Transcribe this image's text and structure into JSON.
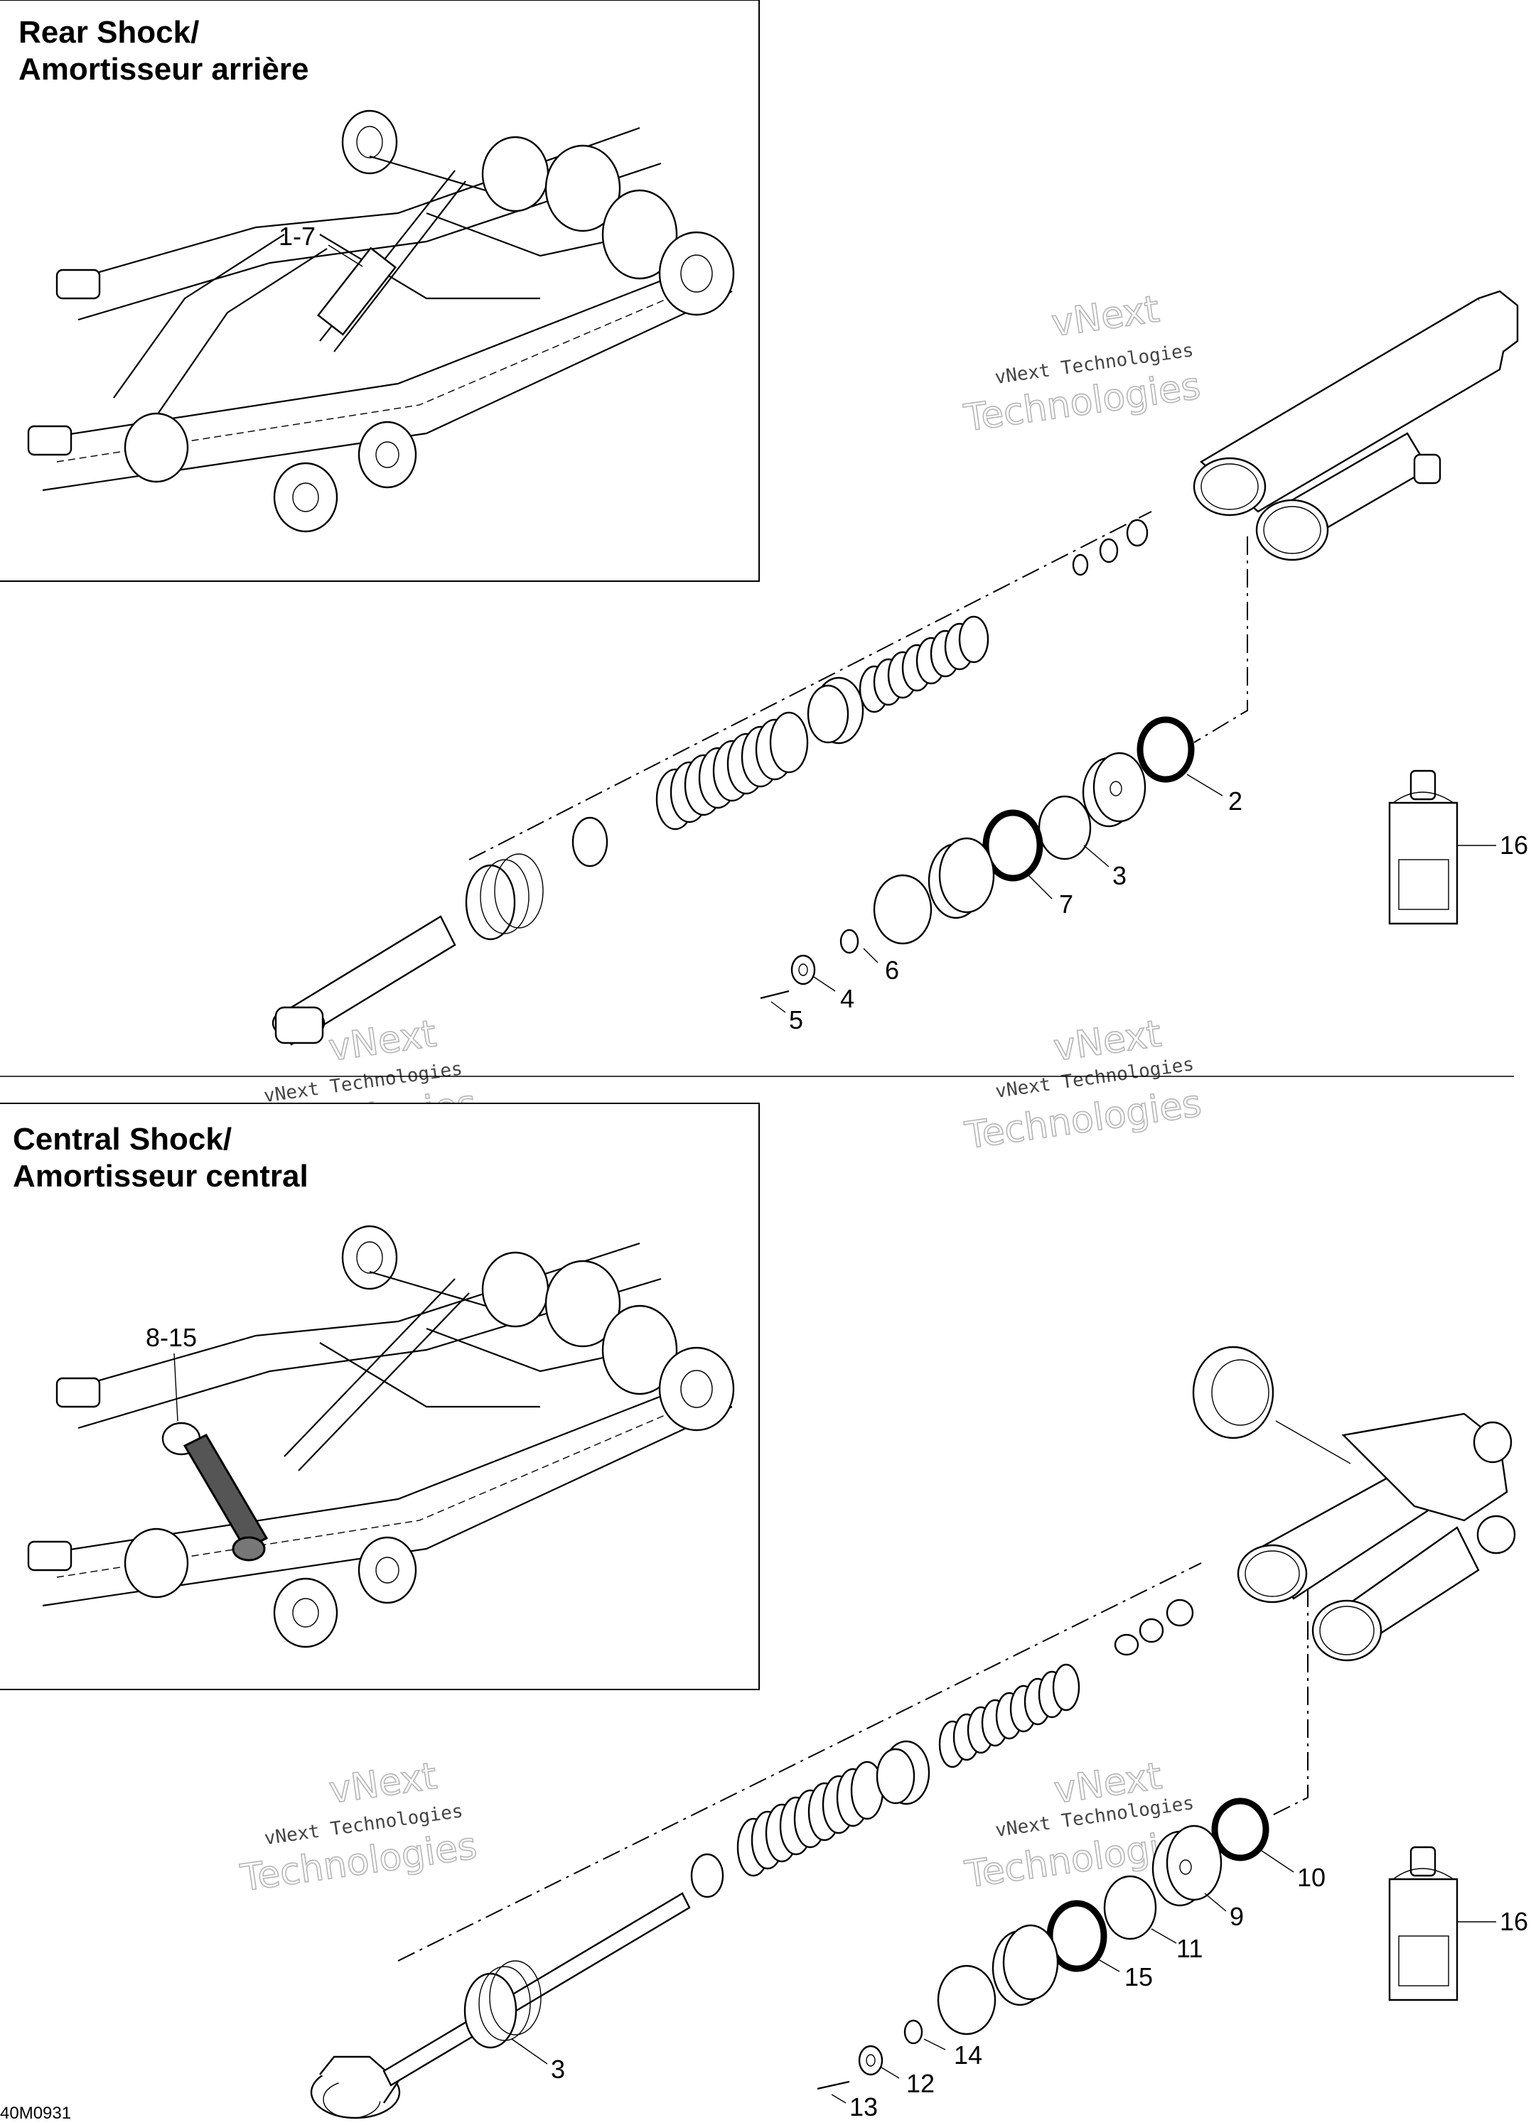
{
  "insets": {
    "rear_title_line1": "Rear Shock/",
    "rear_title_line2": "Amortisseur arrière",
    "rear_callout": "1-7",
    "central_title_line1": "Central Shock/",
    "central_title_line2": "Amortisseur central",
    "central_callout": "8-15"
  },
  "rear_callouts": {
    "c2": "2",
    "c3": "3",
    "c4": "4",
    "c5": "5",
    "c6": "6",
    "c7": "7",
    "c16": "16"
  },
  "central_callouts": {
    "c3": "3",
    "c9": "9",
    "c10": "10",
    "c11": "11",
    "c12": "12",
    "c13": "13",
    "c14": "14",
    "c15": "15",
    "c16": "16"
  },
  "watermark": {
    "line_small": "vNext Technologies",
    "line_big_1": "vNext",
    "line_big_2": "Technologies"
  },
  "figure_code": "40M0931"
}
